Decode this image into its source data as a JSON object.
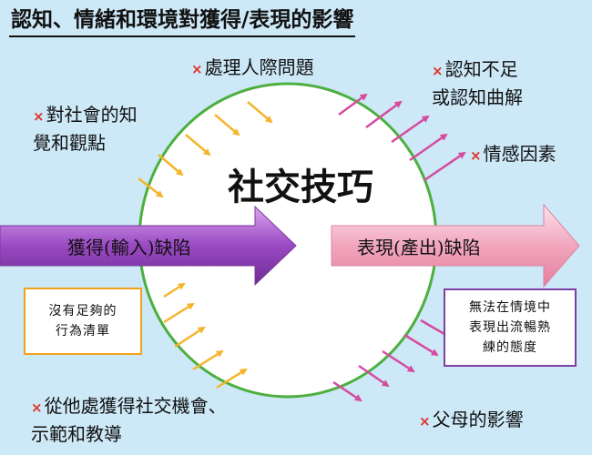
{
  "title": "認知、情緒和環境對獲得/表現的影響",
  "center_label": "社交技巧",
  "input_arrow_label": "獲得(輸入)缺陷",
  "output_arrow_label": "表現(產出)缺陷",
  "factors": {
    "top_center": "處理人際問題",
    "left_top_line1": "對社會的知",
    "left_top_line2": "覺和觀點",
    "right_top_line1": "認知不足",
    "right_top_line2": "或認知曲解",
    "right_middle": "情感因素",
    "bottom_left_line1": "從他處獲得社交機會、",
    "bottom_left_line2": "示範和教導",
    "bottom_right": "父母的影響"
  },
  "boxes": {
    "left_line1": "沒有足夠的",
    "left_line2": "行為清單",
    "right_line1": "無法在情境中",
    "right_line2": "表現出流暢熟",
    "right_line3": "練的態度"
  },
  "bullet_mark": "×",
  "colors": {
    "background": "#cde8f7",
    "circle_border": "#4caf3e",
    "input_arrow": "#8e3fb4",
    "output_arrow": "#e98aa8",
    "inward_arrows": "#f5b52a",
    "outward_arrows": "#d54ba0",
    "bullet": "#e0312b"
  }
}
